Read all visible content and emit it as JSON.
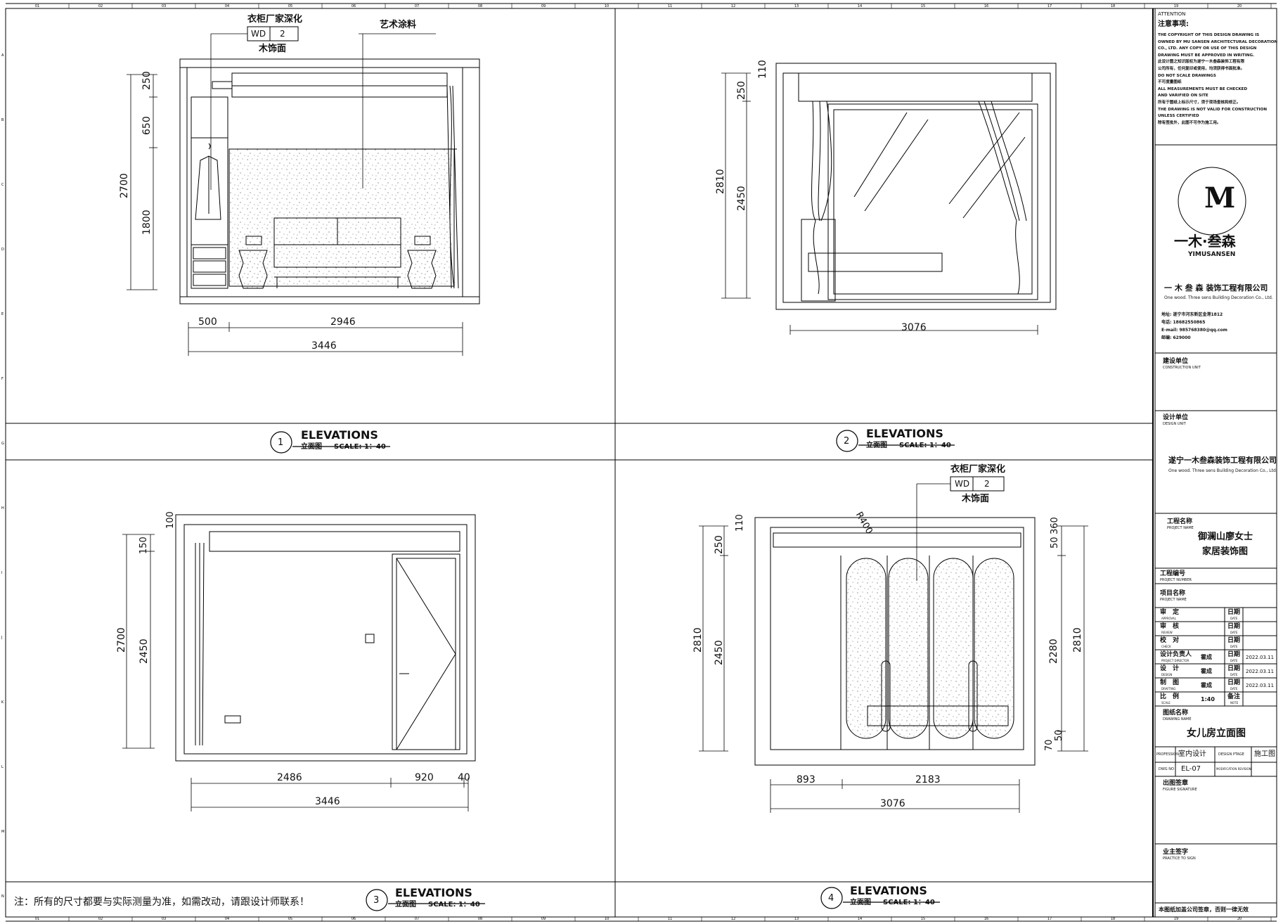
{
  "border_numbers": [
    "01",
    "02",
    "03",
    "04",
    "05",
    "06",
    "07",
    "08",
    "09",
    "10",
    "11",
    "12",
    "13",
    "14",
    "15",
    "16",
    "17",
    "18",
    "19",
    "20"
  ],
  "side_letters": [
    "A",
    "B",
    "C",
    "D",
    "E",
    "F",
    "G",
    "H",
    "I",
    "J",
    "K",
    "L",
    "M",
    "N"
  ],
  "views": [
    {
      "number": "1",
      "title": "ELEVATIONS",
      "subtitle": "立面图",
      "scale": "SCALE: 1：40"
    },
    {
      "number": "2",
      "title": "ELEVATIONS",
      "subtitle": "立面图",
      "scale": "SCALE: 1：40"
    },
    {
      "number": "3",
      "title": "ELEVATIONS",
      "subtitle": "立面图",
      "scale": "SCALE: 1：40"
    },
    {
      "number": "4",
      "title": "ELEVATIONS",
      "subtitle": "立面图",
      "scale": "SCALE: 1：40"
    }
  ],
  "callouts": {
    "wardrobe_note": "衣柜厂家深化",
    "material_code": "WD",
    "material_index": "2",
    "material_name": "木饰面",
    "paint_label": "艺术涂料"
  },
  "dims": {
    "v1": {
      "top": "250",
      "upper": "650",
      "lower": "1800",
      "total": "2700",
      "w_left": "500",
      "w_right": "2946",
      "w_total": "3446"
    },
    "v2": {
      "top": "110",
      "upper": "250",
      "lower": "2450",
      "total": "2810",
      "w_total": "3076"
    },
    "v3": {
      "top": "100",
      "upper": "150",
      "lower": "2450",
      "total": "2700",
      "w_left": "2486",
      "w_mid": "920",
      "w_right": "40",
      "w_total": "3446"
    },
    "v4": {
      "top": "110",
      "upper": "250",
      "lower": "2450",
      "total": "2810",
      "radius": "R400",
      "r_top1": "50",
      "r_top2": "360",
      "r_mid": "2280",
      "r_total": "2810",
      "r_b1": "50",
      "r_b2": "70",
      "w_left": "893",
      "w_right": "2183",
      "w_total": "3076"
    }
  },
  "note": "注：所有的尺寸都要与实际测量为准，如需改动，请跟设计师联系！",
  "title_block": {
    "attention_en": "ATTENTION",
    "attention_cn": "注意事项:",
    "notes": [
      "THE COPYRIGHT OF THIS DESIGN DRAWING IS",
      "OWNED BY MU SANSEN ARCHITECTURAL DECORATION",
      "CO., LTD. ANY COPY OR USE OF THIS DESIGN",
      "DRAWING MUST BE APPROVED IN WRITING.",
      "此设计图之知识版权为遂宁一木叁森装饰工程有限",
      "公司所有，任何复印或使用，均须获得书面批准。",
      "DO NOT SCALE DRAWINGS",
      "不可度量图纸",
      "ALL MEASUREMENTS MUST BE CHECKED",
      "AND VARIFIED ON SITE",
      "所有于图纸上标示尺寸，须于现场查核和修正。",
      "THE DRAWING IS NOT VALID FOR CONSTRUCTION",
      "UNLESS CERTIFIED",
      "除有签批外，此图不可作为施工用。"
    ],
    "logo_letter": "M",
    "logo_text": "一木·叁森",
    "logo_en": "YIMUSANSEN",
    "company_cn": "一 木 叁 森  装饰工程有限公司",
    "company_en": "One wood. Three sens Building Decoration Co., Ltd.",
    "contact": [
      "地址: 遂宁市河东新区金港1812",
      "电话: 18682550865",
      "E-mail: 985768380@qq.com",
      "邮编: 629000"
    ],
    "construction_unit": "建设单位",
    "construction_unit_en": "CONSTRUCTION UNIT",
    "design_unit": "设计单位",
    "design_unit_en": "DESIGN UNIT",
    "design_company_cn": "遂宁一木叁森装饰工程有限公司",
    "design_company_en": "One wood. Three sens Building Decoration Co., Ltd.",
    "project_name_label": "工程名称",
    "project_name_label_en": "PROJECT NAME",
    "project_line1": "御澜山廖女士",
    "project_line2": "家居装饰图",
    "project_no_label": "工程编号",
    "project_no_label_en": "PROJECT NUMBER",
    "item_label": "项目名称",
    "item_label_en": "PROJECT NAME",
    "rows": [
      {
        "role": "审　定",
        "role_en": "APPROVAL",
        "name": "",
        "date_label": "日期",
        "date_en": "DATE",
        "date": ""
      },
      {
        "role": "审　核",
        "role_en": "REVIEW",
        "name": "",
        "date_label": "日期",
        "date_en": "DATE",
        "date": ""
      },
      {
        "role": "校　对",
        "role_en": "CHECK",
        "name": "",
        "date_label": "日期",
        "date_en": "DATE",
        "date": ""
      },
      {
        "role": "设计负责人",
        "role_en": "PROJECT DIRECTOR",
        "name": "霍成",
        "date_label": "日期",
        "date_en": "DATE",
        "date": "2022.03.11"
      },
      {
        "role": "设　计",
        "role_en": "DESIGN",
        "name": "霍成",
        "date_label": "日期",
        "date_en": "DATE",
        "date": "2022.03.11"
      },
      {
        "role": "制　图",
        "role_en": "DRAFTING",
        "name": "霍成",
        "date_label": "日期",
        "date_en": "DATE",
        "date": "2022.03.11"
      },
      {
        "role": "比　例",
        "role_en": "SCALE",
        "name": "1:40",
        "date_label": "备注",
        "date_en": "NOTE",
        "date": ""
      }
    ],
    "drawing_name_label": "图纸名称",
    "drawing_name_label_en": "DRAWING NAME",
    "drawing_name": "女儿房立面图",
    "profession_label": "PROFESSION",
    "profession": "室内设计",
    "stage_label": "DESIGN PTAGE",
    "stage": "施工图",
    "dwg_no_label": "DWG NO",
    "dwg_no": "EL-07",
    "revision_label": "MODIFICATION REVISION",
    "sign_label": "出图签章",
    "sign_label_en": "FIGURE SIGNATURE",
    "owner_label": "业主签字",
    "owner_label_en": "PRACTICE TO SIGN",
    "footer": "本图纸加盖公司签章，否则一律无效"
  }
}
